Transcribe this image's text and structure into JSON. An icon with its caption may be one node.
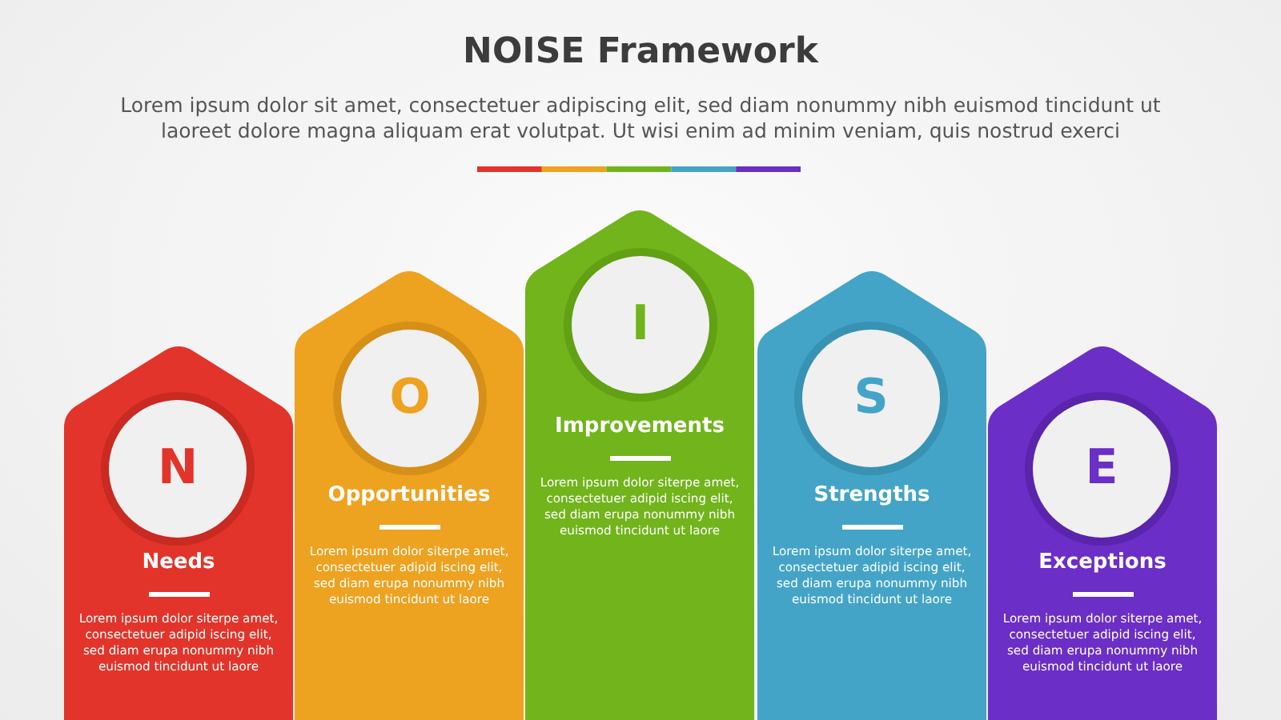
{
  "diagram": {
    "title": "NOISE Framework",
    "labels": [
      "Lorem ipsum dolor sit amet, consectetuer adipiscing elit, sed diam nonummy nibh euismod tincidunt ut laoreet dolore magna aliquam erat volutpat. Ut wisi enim ad minim veniam, quis nostrud exerci"
    ],
    "nodes": [
      {
        "text": [
          "Needs",
          "Lorem ipsum dolor siterpe amet, consectetuer adipid iscing elit, sed diam erupa nonummy nibh euismod tincidunt ut laore"
        ]
      },
      {
        "text": [
          "N"
        ],
        "in": 0
      },
      {
        "text": [
          "Opportunities",
          "Lorem ipsum dolor siterpe amet, consectetuer adipid iscing elit, sed diam erupa nonummy nibh euismod tincidunt ut laore"
        ]
      },
      {
        "text": [
          "O"
        ],
        "in": 2
      },
      {
        "text": [
          "Improvements",
          "Lorem ipsum dolor siterpe amet, consectetuer adipid iscing elit, sed diam erupa nonummy nibh euismod tincidunt ut laore"
        ]
      },
      {
        "text": [
          "I"
        ],
        "in": 4
      },
      {
        "text": [
          "Strengths",
          "Lorem ipsum dolor siterpe amet, consectetuer adipid iscing elit, sed diam erupa nonummy nibh euismod tincidunt ut laore"
        ]
      },
      {
        "text": [
          "S"
        ],
        "in": 6
      },
      {
        "text": [
          "Exceptions",
          "Lorem ipsum dolor siterpe amet, consectetuer adipid iscing elit, sed diam erupa nonummy nibh euismod tincidunt ut laore"
        ]
      },
      {
        "text": [
          "E"
        ],
        "in": 8
      }
    ]
  }
}
